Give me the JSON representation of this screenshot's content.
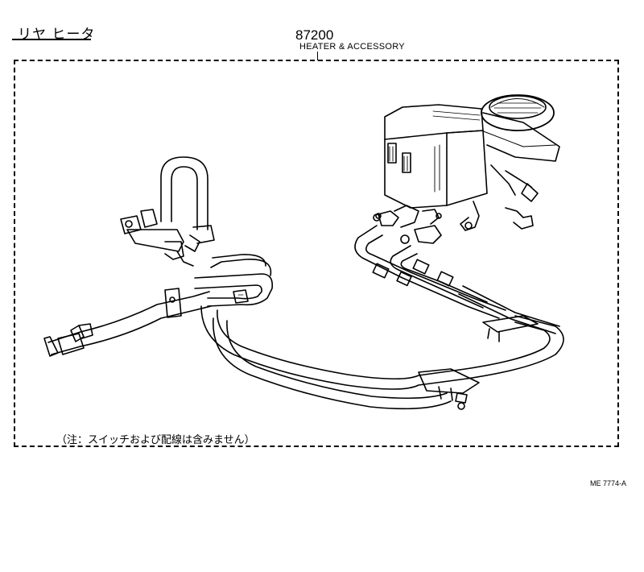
{
  "header": {
    "title_jp": "リヤ ヒータ",
    "part_number": "87200",
    "part_name": "HEATER & ACCESSORY"
  },
  "note": "（注：スイッチおよび配線は含みません）",
  "figure_code": "ME 7774-A",
  "parts": [
    {
      "name": "rear-heater-unit-icon"
    },
    {
      "name": "heater-hose-assembly-icon"
    },
    {
      "name": "water-valve-icon"
    },
    {
      "name": "hose-clamp-icon"
    },
    {
      "name": "mounting-bracket-icon"
    }
  ]
}
